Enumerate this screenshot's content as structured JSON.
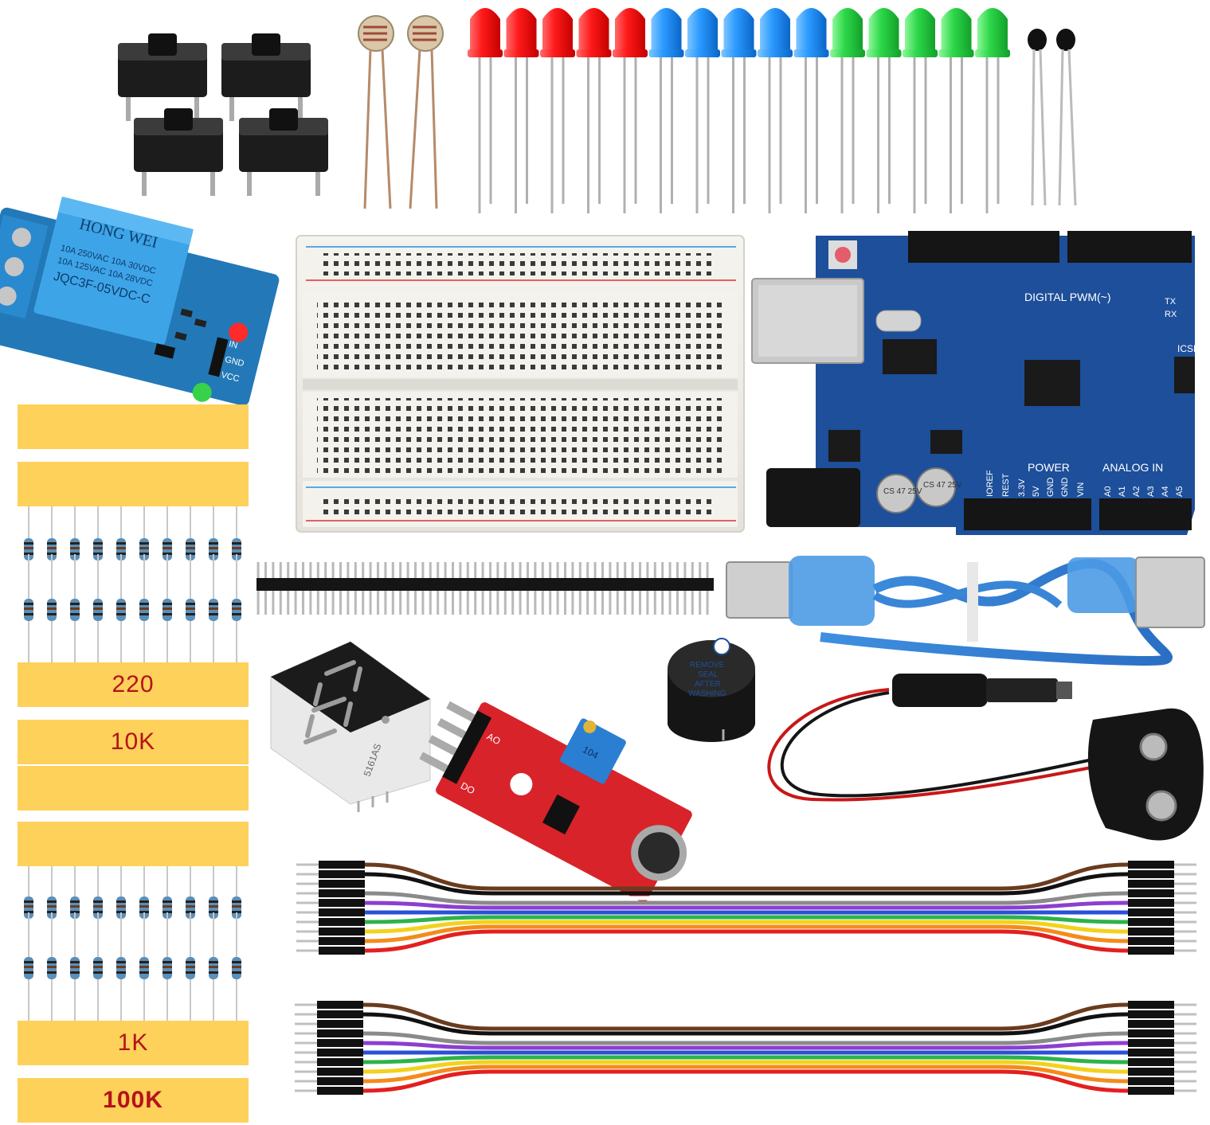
{
  "resistor_labels": {
    "r220": "220",
    "r10k": "10K",
    "r1k": "1K",
    "r100k": "100K"
  },
  "relay": {
    "brand": "HONG WEI",
    "rating_1": "10A 250VAC  10A 30VDC",
    "rating_2": "10A 125VAC  10A 28VDC",
    "model": "JQC3F-05VDC-C",
    "pin_in": "IN",
    "pin_gnd": "GND",
    "pin_vcc": "VCC"
  },
  "arduino": {
    "digital_label": "DIGITAL PWM(~)",
    "power_label": "POWER",
    "analog_label": "ANALOG IN",
    "icsp_label": "ICSP",
    "tx_label": "TX",
    "rx_label": "RX",
    "capacitor_label": "CS 47 25V",
    "power_pins": [
      "IOREF",
      "REST",
      "3.3V",
      "5V",
      "GND",
      "GND",
      "VIN"
    ],
    "analog_pins": [
      "A0",
      "A1",
      "A2",
      "A3",
      "A4",
      "A5"
    ]
  },
  "buzzer": {
    "sticker_1": "REMOVE",
    "sticker_2": "SEAL",
    "sticker_3": "AFTER",
    "sticker_4": "WASHING"
  },
  "seven_segment": {
    "part_number": "5161AS"
  },
  "sound_sensor": {
    "pot_label": "104",
    "pin_ao": "AO",
    "pin_do": "DO"
  },
  "colors": {
    "tape_yellow": "#fdd15a",
    "label_red": "#b5121b",
    "arduino_blue": "#1d4f9a",
    "relay_blue": "#2f86c8",
    "sensor_red": "#d8232a"
  }
}
